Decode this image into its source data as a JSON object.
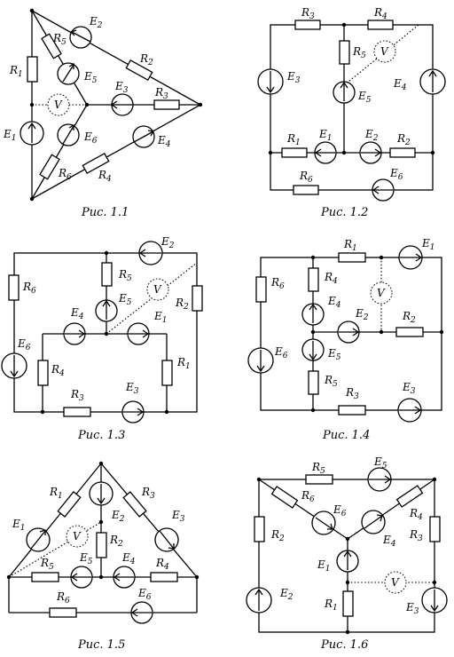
{
  "figures": [
    {
      "caption": "Рис. 1.1",
      "labels": {
        "R1": "R",
        "R1s": "1",
        "R2": "R",
        "R2s": "2",
        "R3": "R",
        "R3s": "3",
        "R4": "R",
        "R4s": "4",
        "R5": "R",
        "R5s": "5",
        "R6": "R",
        "R6s": "6",
        "E1": "E",
        "E1s": "1",
        "E2": "E",
        "E2s": "2",
        "E3": "E",
        "E3s": "3",
        "E4": "E",
        "E4s": "4",
        "E5": "E",
        "E5s": "5",
        "E6": "E",
        "E6s": "6",
        "V": "V"
      }
    },
    {
      "caption": "Рис. 1.2",
      "labels": {
        "R1": "R",
        "R1s": "1",
        "R2": "R",
        "R2s": "2",
        "R3": "R",
        "R3s": "3",
        "R4": "R",
        "R4s": "4",
        "R5": "R",
        "R5s": "5",
        "R6": "R",
        "R6s": "6",
        "E1": "E",
        "E1s": "1",
        "E2": "E",
        "E2s": "2",
        "E3": "E",
        "E3s": "3",
        "E4": "E",
        "E4s": "4",
        "E5": "E",
        "E5s": "5",
        "E6": "E",
        "E6s": "6",
        "V": "V"
      }
    },
    {
      "caption": "Рис. 1.3",
      "labels": {
        "R1": "R",
        "R1s": "1",
        "R2": "R",
        "R2s": "2",
        "R3": "R",
        "R3s": "3",
        "R4": "R",
        "R4s": "4",
        "R5": "R",
        "R5s": "5",
        "R6": "R",
        "R6s": "6",
        "E1": "E",
        "E1s": "1",
        "E2": "E",
        "E2s": "2",
        "E3": "E",
        "E3s": "3",
        "E4": "E",
        "E4s": "4",
        "E5": "E",
        "E5s": "5",
        "E6": "E",
        "E6s": "6",
        "V": "V"
      }
    },
    {
      "caption": "Рис. 1.4",
      "labels": {
        "R1": "R",
        "R1s": "1",
        "R2": "R",
        "R2s": "2",
        "R3": "R",
        "R3s": "3",
        "R4": "R",
        "R4s": "4",
        "R5": "R",
        "R5s": "5",
        "R6": "R",
        "R6s": "6",
        "E1": "E",
        "E1s": "1",
        "E2": "E",
        "E2s": "2",
        "E3": "E",
        "E3s": "3",
        "E4": "E",
        "E4s": "4",
        "E5": "E",
        "E5s": "5",
        "E6": "E",
        "E6s": "6",
        "V": "V"
      }
    },
    {
      "caption": "Рис. 1.5",
      "labels": {
        "R1": "R",
        "R1s": "1",
        "R2": "R",
        "R2s": "2",
        "R3": "R",
        "R3s": "3",
        "R4": "R",
        "R4s": "4",
        "R5": "R",
        "R5s": "5",
        "R6": "R",
        "R6s": "6",
        "E1": "E",
        "E1s": "1",
        "E2": "E",
        "E2s": "2",
        "E3": "E",
        "E3s": "3",
        "E4": "E",
        "E4s": "4",
        "E5": "E",
        "E5s": "5",
        "E6": "E",
        "E6s": "6",
        "V": "V"
      }
    },
    {
      "caption": "Рис. 1.6",
      "labels": {
        "R1": "R",
        "R1s": "1",
        "R2": "R",
        "R2s": "2",
        "R3": "R",
        "R3s": "3",
        "R4": "R",
        "R4s": "4",
        "R5": "R",
        "R5s": "5",
        "R6": "R",
        "R6s": "6",
        "E1": "E",
        "E1s": "1",
        "E2": "E",
        "E2s": "2",
        "E3": "E",
        "E3s": "3",
        "E4": "E",
        "E4s": "4",
        "E5": "E",
        "E5s": "5",
        "E6": "E",
        "E6s": "6",
        "V": "V"
      }
    }
  ]
}
